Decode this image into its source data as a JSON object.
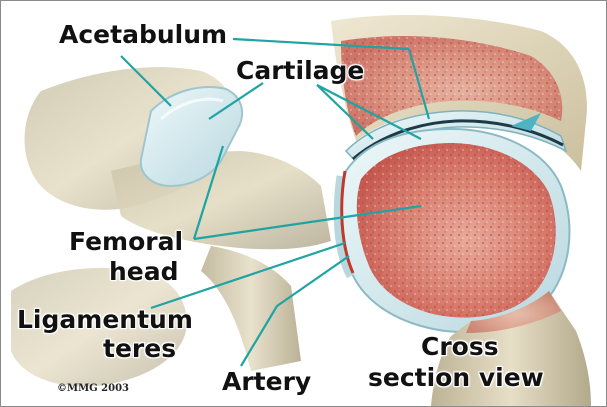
{
  "labels": {
    "acetabulum": "Acetabulum",
    "cartilage": "Cartilage",
    "femoral_head_line1": "Femoral",
    "femoral_head_line2": "head",
    "ligamentum_line1": "Ligamentum",
    "ligamentum_line2": "teres",
    "artery": "Artery",
    "cross_line1": "Cross",
    "cross_line2": "section view"
  },
  "copyright": "©MMG 2003",
  "colors": {
    "leader_lines": "#1fa3a3",
    "cartilage": "#d8eef2",
    "bone": "#d9cfb2",
    "marrow": "#c8504a",
    "artery": "#c0392b"
  }
}
